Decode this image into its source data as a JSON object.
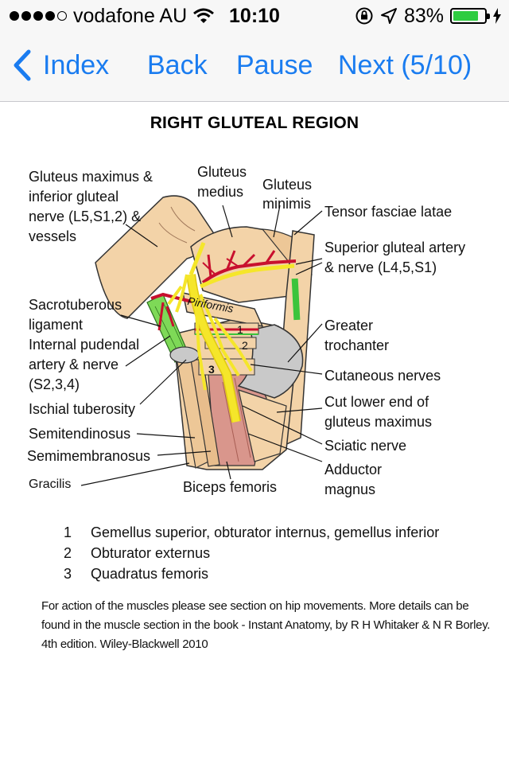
{
  "status_bar": {
    "carrier": "vodafone AU",
    "time": "10:10",
    "battery_percent_text": "83%",
    "battery_level": 0.83,
    "icons": [
      "signal-dots",
      "wifi-icon",
      "rotation-lock-icon",
      "location-arrow-icon",
      "battery-icon",
      "charging-bolt-icon"
    ]
  },
  "nav": {
    "index_label": "Index",
    "back_label": "Back",
    "pause_label": "Pause",
    "next_label": "Next (5/10)",
    "accent_color": "#1a7cf0"
  },
  "figure": {
    "title": "RIGHT GLUTEAL REGION",
    "labels": {
      "gluteus_maximus_1": "Gluteus maximus &",
      "gluteus_maximus_2": "inferior gluteal",
      "gluteus_maximus_3": "nerve (L5,S1,2) &",
      "gluteus_maximus_4": "vessels",
      "gluteus_medius_1": "Gluteus",
      "gluteus_medius_2": "medius",
      "gluteus_minimis_1": "Gluteus",
      "gluteus_minimis_2": "minimis",
      "tensor": "Tensor fasciae latae",
      "sup_gluteal_1": "Superior gluteal artery",
      "sup_gluteal_2": "& nerve (L4,5,S1)",
      "sacrotuberous_1": "Sacrotuberous",
      "sacrotuberous_2": "ligament",
      "pudendal_1": "Internal pudendal",
      "pudendal_2": "artery & nerve",
      "pudendal_3": "(S2,3,4)",
      "ischial": "Ischial tuberosity",
      "semitendinosus": "Semitendinosus",
      "semimembranosus": "Semimembranosus",
      "gracilis": "Gracilis",
      "biceps": "Biceps femoris",
      "greater_troch_1": "Greater",
      "greater_troch_2": "trochanter",
      "cutaneous": "Cutaneous nerves",
      "cut_lower_1": "Cut lower end of",
      "cut_lower_2": "gluteus maximus",
      "sciatic": "Sciatic nerve",
      "adductor_1": "Adductor",
      "adductor_2": "magnus",
      "piriformis": "Piriformis",
      "num_1": "1",
      "num_2": "2",
      "num_3": "3"
    }
  },
  "legend": [
    {
      "num": "1",
      "text": "Gemellus superior, obturator internus, gemellus inferior"
    },
    {
      "num": "2",
      "text": "Obturator externus"
    },
    {
      "num": "3",
      "text": "Quadratus femoris"
    }
  ],
  "note": "For action of the muscles please see section on hip movements. More details can be found in the muscle section in the book - Instant Anatomy, by R H Whitaker & N R Borley. 4th edition. Wiley-Blackwell 2010",
  "colors": {
    "muscle": "#f3d3a8",
    "artery": "#c8102e",
    "nerve": "#f5e62a",
    "ligament": "#7ed957",
    "deep_muscle": "#d9968c",
    "bone": "#c9c9c9"
  }
}
